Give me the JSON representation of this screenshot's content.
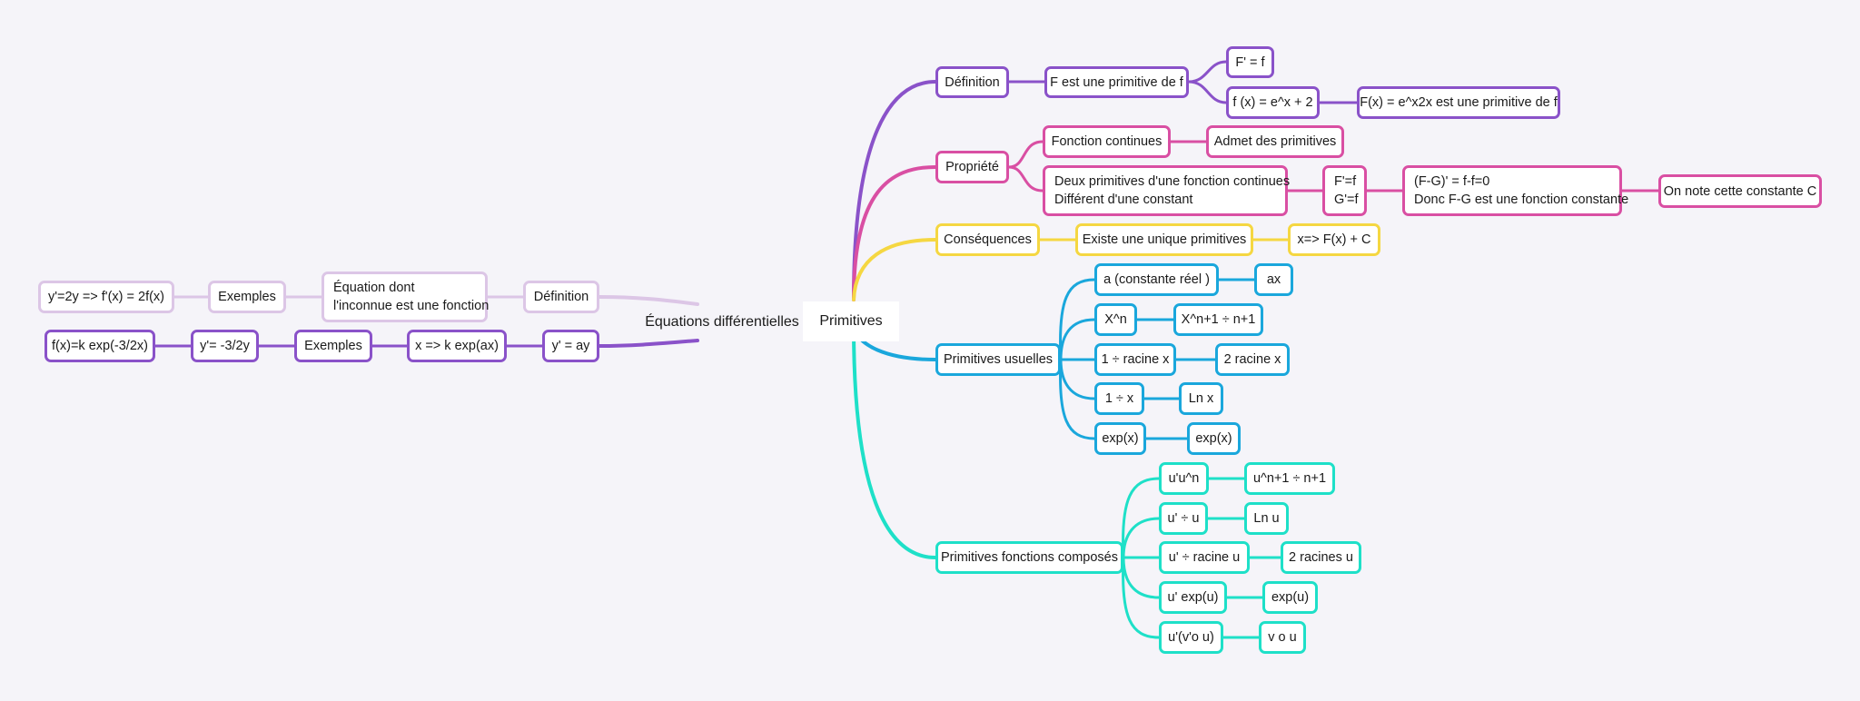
{
  "colors": {
    "purple": "#8a52c9",
    "pink": "#d94fa3",
    "yellow": "#f5d742",
    "blue": "#1aa7dc",
    "teal": "#1ee0c8",
    "lilac": "#dcc6e6"
  },
  "roots": {
    "equations": "Équations différentielles",
    "primitives": "Primitives"
  },
  "nodes": {
    "definition": "Définition",
    "def_f_primitive": "F est une primitive de f",
    "def_fprime": "F' = f",
    "def_fx": "f (x) = e^x + 2",
    "def_Fx": "F(x) = e^x2x est une primitive de f",
    "propriete": "Propriété",
    "prop_fonction_continues": "Fonction continues",
    "prop_admet": "Admet des primitives",
    "prop_deux_line1": "Deux primitives d'une fonction continues",
    "prop_deux_line2": "Différent d'une constant",
    "prop_fg_line1": "F'=f",
    "prop_fg_line2": "G'=f",
    "prop_diff_line1": "(F-G)' = f-f=0",
    "prop_diff_line2": "Donc F-G est une fonction constante",
    "prop_note": "On note cette constante C",
    "consequences": "Conséquences",
    "cons_unique": "Existe une unique primitives",
    "cons_x": "x=> F(x) + C",
    "usuelles": "Primitives usuelles",
    "us_a": "a (constante réel )",
    "us_ax": "ax",
    "us_xn": "X^n",
    "us_xn1": "X^n+1 ÷ n+1",
    "us_inv_racine": "1 ÷ racine x",
    "us_2racine": "2 racine x",
    "us_inv_x": "1 ÷ x",
    "us_ln": "Ln x",
    "us_exp": "exp(x)",
    "us_exp_res": "exp(x)",
    "composes": "Primitives fonctions composés",
    "co_uun": "u'u^n",
    "co_uun1": "u^n+1 ÷ n+1",
    "co_udivu": "u' ÷ u",
    "co_lnu": "Ln u",
    "co_uracine": "u' ÷ racine u",
    "co_2racines": "2 racines u",
    "co_uexp": "u' exp(u)",
    "co_expu": "exp(u)",
    "co_uvou": "u'(v'o u)",
    "co_vou": "v o u",
    "eq_definition": "Définition",
    "eq_def_line1": "Équation dont",
    "eq_def_line2": "l'inconnue est une fonction",
    "eq_exemples1": "Exemples",
    "eq_ex1": "y'=2y => f'(x) = 2f(x)",
    "eq_yay": "y' = ay",
    "eq_kexp": "x => k exp(ax)",
    "eq_exemples2": "Exemples",
    "eq_y32": "y'= -3/2y",
    "eq_fk": "f(x)=k exp(-3/2x)"
  }
}
